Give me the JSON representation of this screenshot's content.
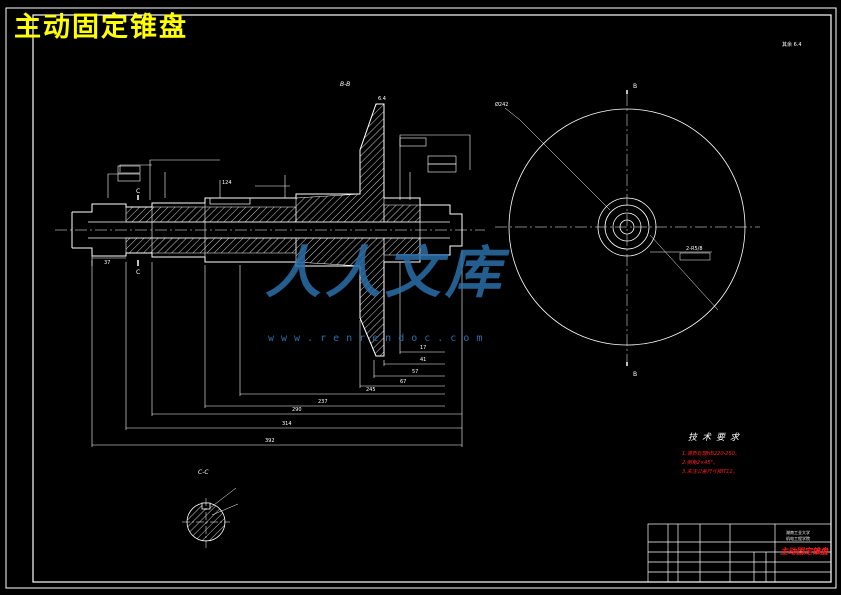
{
  "drawing": {
    "title": "主动固定锥盘",
    "views": {
      "section_bb": "B-B",
      "section_cc": "C-C",
      "cut_b": "B",
      "cut_c": "C"
    },
    "dimensions": [
      "392",
      "314",
      "290",
      "237",
      "245",
      "67",
      "57",
      "41",
      "17",
      "37",
      "124",
      "Ø242",
      "2-R5/8"
    ],
    "roughness": "6.4"
  },
  "tech_requirements": {
    "heading": "技术要求",
    "notes": [
      "1.调质处理HB220-250。",
      "2.倒角2×45°。",
      "3.未注公差尺寸按IT12。"
    ]
  },
  "title_block": {
    "part_name": "主动固定锥盘",
    "school_line1": "湖南工业大学",
    "school_line2": "机电工程学院"
  },
  "watermark": {
    "text": "人人文库",
    "url": "www.renrendoc.com"
  }
}
